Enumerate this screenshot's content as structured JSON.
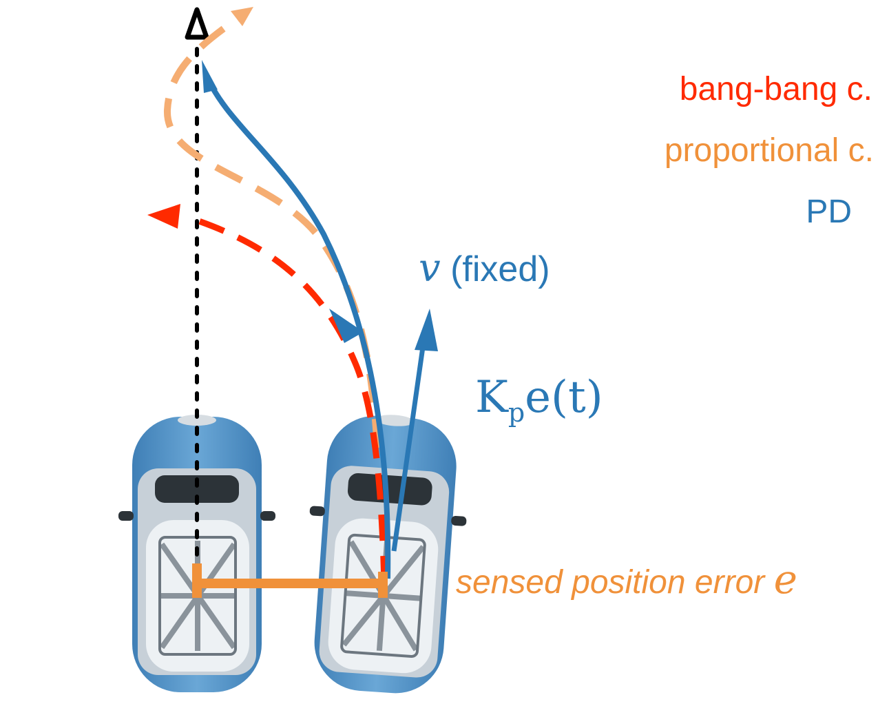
{
  "legend": {
    "bang_bang": "bang-bang c.",
    "proportional": "proportional c.",
    "pd": "PD"
  },
  "labels": {
    "velocity_symbol": "v",
    "velocity_note": "(fixed)",
    "gain_main": "K",
    "gain_sub": "p",
    "gain_rest": "e(t)",
    "error_text": "sensed position error",
    "error_symbol": "e"
  },
  "colors": {
    "bang_bang": "#ff2a00",
    "proportional": "#f0913a",
    "proportional_path": "#f5ad72",
    "pd": "#2a78b5",
    "reference": "#000000",
    "error_bar": "#f0913a",
    "car_body": "#4f8fc4",
    "car_roof": "#e9eef3"
  }
}
